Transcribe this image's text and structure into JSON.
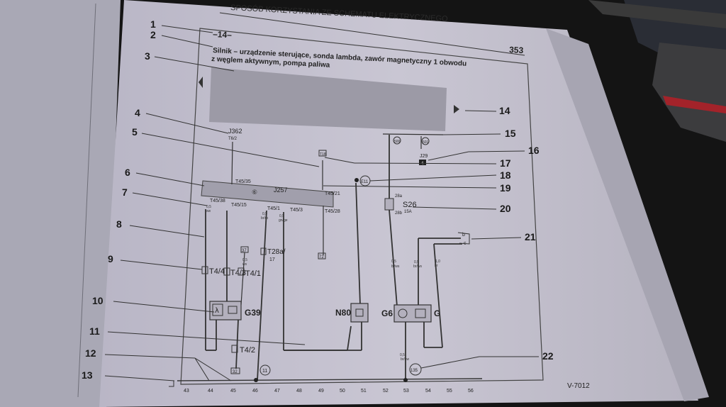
{
  "page": {
    "header_title": "SPOSÓB KORZYSTANIA ZE SCHEMATU ELEKTRYCZNEGO",
    "page_number": "353",
    "diagram_id": "–14–",
    "description_line1": "Silnik – urządzenie sterujące, sonda lambda, zawór magnetyczny 1 obwodu",
    "description_line2": "z węglem aktywnym, pompa paliwa",
    "figure_code": "V-7012"
  },
  "callouts": [
    "1",
    "2",
    "3",
    "4",
    "5",
    "6",
    "7",
    "8",
    "9",
    "10",
    "11",
    "12",
    "13",
    "14",
    "15",
    "16",
    "17",
    "18",
    "19",
    "20",
    "21",
    "22"
  ],
  "components": {
    "j362": "J362",
    "j362_sub": "T6/2",
    "j257": "J257",
    "j257_mark": "⑥",
    "t45_35": "T45/35",
    "t45_38": "T45/38",
    "t45_15": "T45/15",
    "t45_1": "T45/1",
    "t45_3": "T45/3",
    "t45_21": "T45/21",
    "t45_28": "T45/28",
    "t4_4": "T4/4",
    "t4_3": "T4/3",
    "t4_1": "T4/1",
    "t4_2": "T4/2",
    "t28a": "T28a/",
    "t28a_sub": "17",
    "g39": "G39",
    "n80": "N80",
    "g6": "G6",
    "g": "G",
    "s26": "S26",
    "s26_amp": "15A",
    "s26_top": "28a",
    "s26_bottom": "28b",
    "j29": "J29",
    "j29_box": "4",
    "e11": "E11",
    "box_t18": "T18",
    "box_37": "37",
    "box_32": "32",
    "box_72": "72",
    "node_500": "500",
    "node_501": "501",
    "circle_11": "11",
    "circle_135": "135",
    "label_b": "b",
    "label_c": "c",
    "wire_texts": [
      "0,5",
      "sw",
      "0,5",
      "br/ro",
      "0,5",
      "gn/ge",
      "0,5",
      "sw",
      "1,0",
      "ws/ro",
      "0,5",
      "ws",
      "1,0",
      "ge/sw",
      "0,5",
      "bl/ws",
      "0,5",
      "br/ws",
      "1,0",
      "br",
      "0,5",
      "br/sw",
      "0,5",
      "ro"
    ]
  },
  "scale_numbers": [
    "43",
    "44",
    "45",
    "46",
    "47",
    "48",
    "49",
    "50",
    "51",
    "52",
    "53",
    "54",
    "55",
    "56"
  ]
}
